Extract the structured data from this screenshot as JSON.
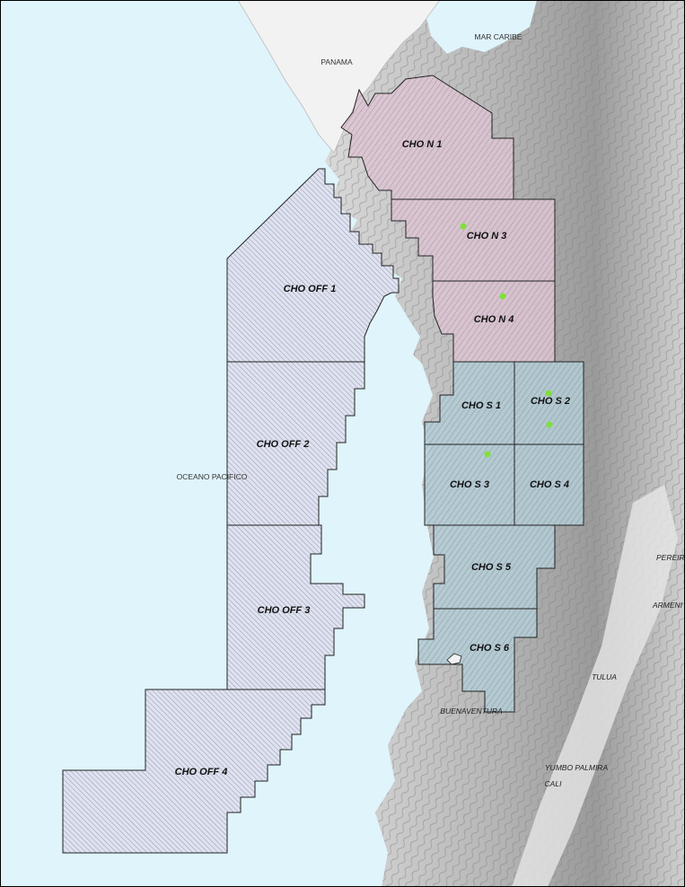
{
  "colors": {
    "ocean": "#dff4fb",
    "panama": "#f2f2f2",
    "relief_light": "#d3d3d3",
    "relief_dark": "#8c8c8c",
    "north_blocks": "#dcc6d3",
    "south_blocks": "#b5cdd6",
    "offshore_blocks": "#dfe2ef",
    "well_marker": "#7fe03a",
    "block_outline": "#222222"
  },
  "place_labels": {
    "panama": "PANAMA",
    "mar_caribe": "MAR CARIBE",
    "oceano_pacifico": "OCEANO PACIFICO"
  },
  "city_labels": {
    "pereira": "PEREIR",
    "armenia": "ARMENI",
    "tulua": "TULUA",
    "buenaventura": "BUENAVENTURA",
    "yumbo_palmira": "YUMBO PALMIRA",
    "cali": "CALI"
  },
  "blocks": {
    "chon1": "CHO N 1",
    "chon3": "CHO N 3",
    "chon4": "CHO N 4",
    "chos1": "CHO S 1",
    "chos2": "CHO S 2",
    "chos3": "CHO S 3",
    "chos4": "CHO S 4",
    "chos5": "CHO S 5",
    "chos6": "CHO S 6",
    "off1": "CHO OFF 1",
    "off2": "CHO OFF 2",
    "off3": "CHO OFF 3",
    "off4": "CHO OFF 4"
  },
  "well_count": 5
}
